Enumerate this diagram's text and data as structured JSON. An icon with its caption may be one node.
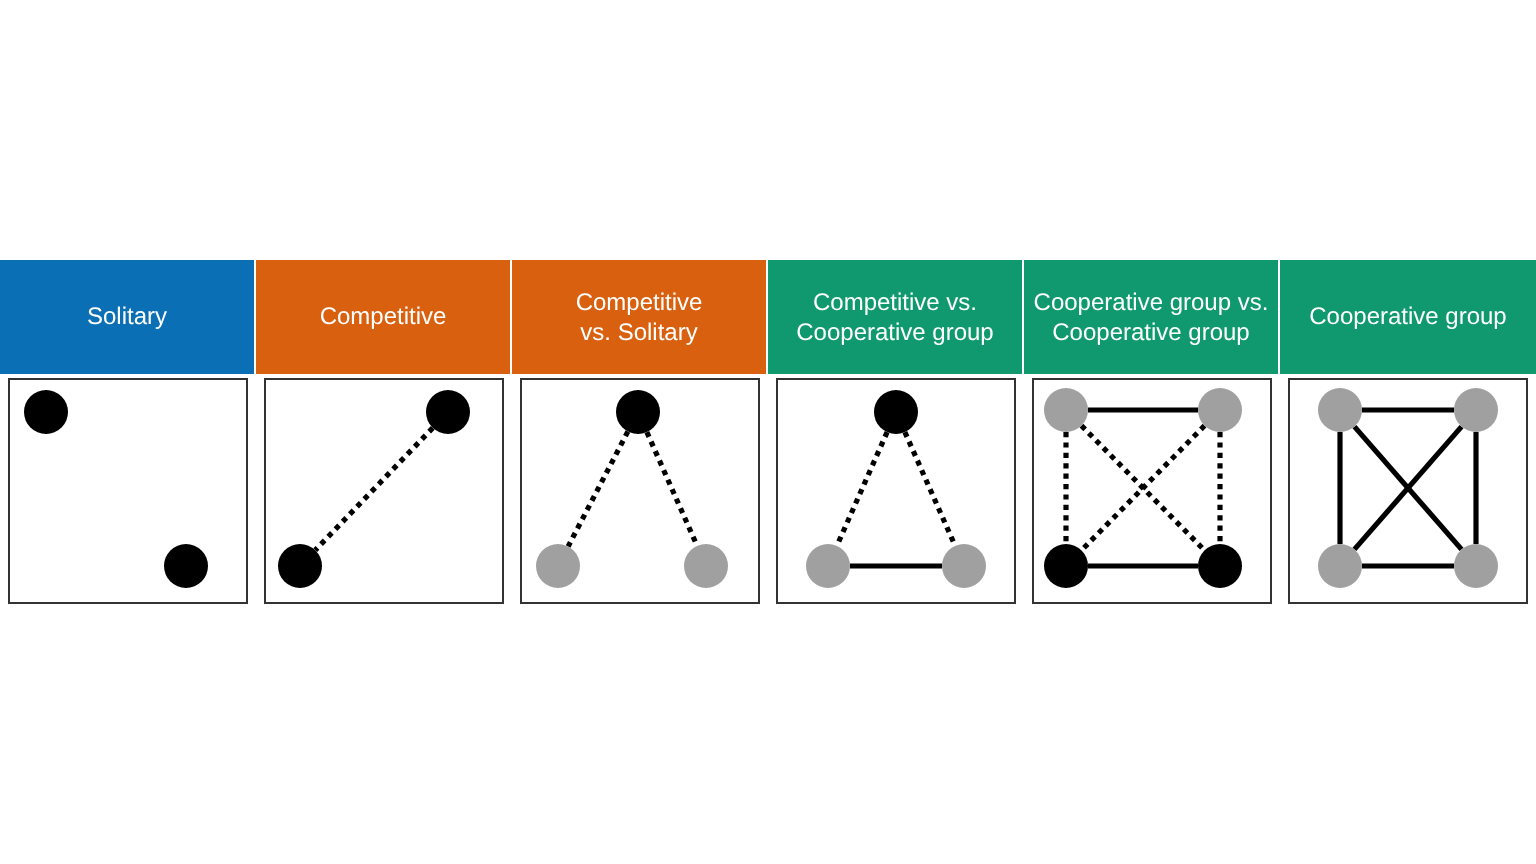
{
  "diagram": {
    "nodes": [
      {
        "text": [
          "Solitary"
        ]
      },
      {
        "text": [],
        "shape": "box"
      },
      {
        "text": [],
        "shape": "circle",
        "in": 1
      },
      {
        "text": [],
        "shape": "circle",
        "in": 1
      },
      {
        "text": [
          "Competitive"
        ]
      },
      {
        "text": [],
        "shape": "box"
      },
      {
        "text": [],
        "shape": "circle",
        "in": 5
      },
      {
        "text": [],
        "shape": "circle",
        "in": 5
      },
      {
        "text": [
          "Competitive vs. Solitary"
        ]
      },
      {
        "text": [],
        "shape": "box"
      },
      {
        "text": [],
        "shape": "circle",
        "in": 9
      },
      {
        "text": [],
        "shape": "circle",
        "in": 9
      },
      {
        "text": [],
        "shape": "circle",
        "in": 9
      },
      {
        "text": [
          "Competitive vs. Cooperative group"
        ]
      },
      {
        "text": [],
        "shape": "box"
      },
      {
        "text": [],
        "shape": "circle",
        "in": 14
      },
      {
        "text": [],
        "shape": "circle",
        "in": 14
      },
      {
        "text": [],
        "shape": "circle",
        "in": 14
      },
      {
        "text": [
          "Cooperative group vs. Cooperative group"
        ]
      },
      {
        "text": [],
        "shape": "box"
      },
      {
        "text": [],
        "shape": "circle",
        "in": 19
      },
      {
        "text": [],
        "shape": "circle",
        "in": 19
      },
      {
        "text": [],
        "shape": "circle",
        "in": 19
      },
      {
        "text": [],
        "shape": "circle",
        "in": 19
      },
      {
        "text": [
          "Cooperative group"
        ]
      },
      {
        "text": [],
        "shape": "box"
      },
      {
        "text": [],
        "shape": "circle",
        "in": 25
      },
      {
        "text": [],
        "shape": "circle",
        "in": 25
      },
      {
        "text": [],
        "shape": "circle",
        "in": 25
      },
      {
        "text": [],
        "shape": "circle",
        "in": 25
      }
    ],
    "edges": [
      {
        "from": 6,
        "to": 7,
        "arrow": "none",
        "style": "dashed"
      },
      {
        "from": 10,
        "to": 11,
        "arrow": "none",
        "style": "dashed"
      },
      {
        "from": 10,
        "to": 12,
        "arrow": "none",
        "style": "dashed"
      },
      {
        "from": 15,
        "to": 16,
        "arrow": "none",
        "style": "dashed"
      },
      {
        "from": 15,
        "to": 17,
        "arrow": "none",
        "style": "dashed"
      },
      {
        "from": 16,
        "to": 17,
        "arrow": "none"
      },
      {
        "from": 20,
        "to": 21,
        "arrow": "none"
      },
      {
        "from": 20,
        "to": 22,
        "arrow": "none",
        "style": "dashed"
      },
      {
        "from": 21,
        "to": 23,
        "arrow": "none",
        "style": "dashed"
      },
      {
        "from": 20,
        "to": 23,
        "arrow": "none",
        "style": "dashed"
      },
      {
        "from": 21,
        "to": 22,
        "arrow": "none",
        "style": "dashed"
      },
      {
        "from": 22,
        "to": 23,
        "arrow": "none"
      },
      {
        "from": 26,
        "to": 27,
        "arrow": "none"
      },
      {
        "from": 26,
        "to": 28,
        "arrow": "none"
      },
      {
        "from": 27,
        "to": 29,
        "arrow": "none"
      },
      {
        "from": 26,
        "to": 29,
        "arrow": "none"
      },
      {
        "from": 27,
        "to": 28,
        "arrow": "none"
      },
      {
        "from": 28,
        "to": 29,
        "arrow": "none"
      }
    ]
  }
}
